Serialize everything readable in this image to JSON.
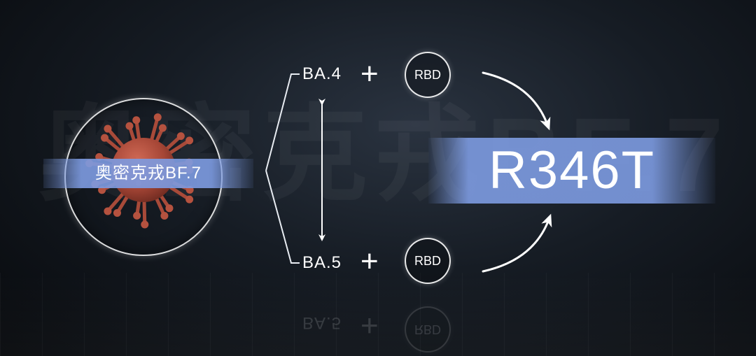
{
  "virus": {
    "label": "奥密克戎BF.7",
    "color": "#b5523f"
  },
  "variants": {
    "top": {
      "name": "BA.4",
      "plus": "+",
      "domain": "RBD"
    },
    "bottom": {
      "name": "BA.5",
      "plus": "+",
      "domain": "RBD"
    }
  },
  "result": {
    "label": "R346T",
    "band_color": "#7d9be1"
  },
  "background_watermark": "奥密克戎BF.7",
  "reflection": {
    "variant": "BA.5",
    "plus": "+",
    "domain": "RBD"
  }
}
